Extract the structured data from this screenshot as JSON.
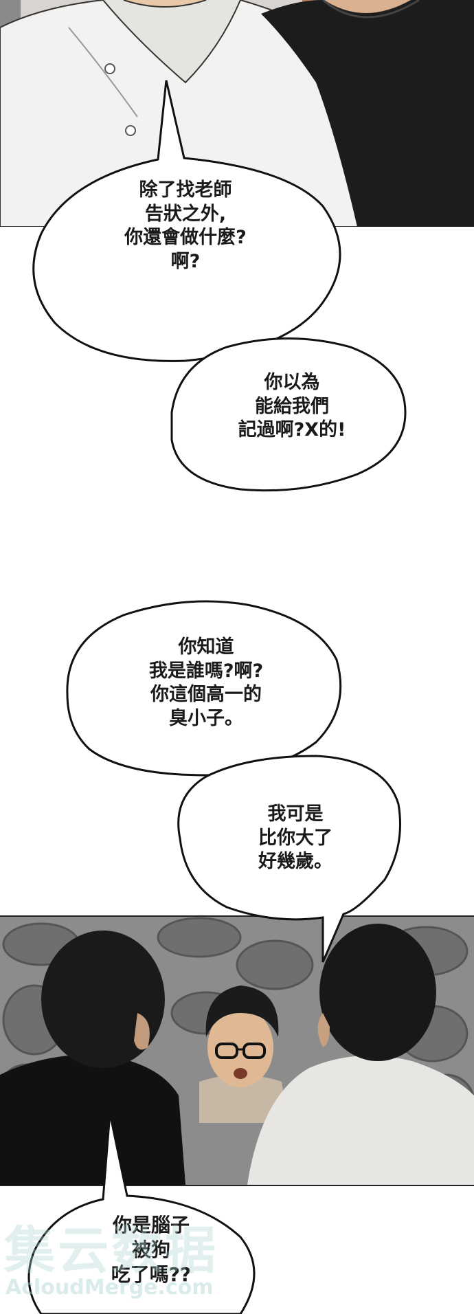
{
  "bubbles": [
    {
      "lines": [
        "除了找老師",
        "告狀之外,",
        "你還會做什麼?",
        "啊?"
      ]
    },
    {
      "lines": [
        "你以為",
        "能給我們",
        "記過啊?X的!"
      ]
    },
    {
      "lines": [
        "你知道",
        "我是誰嗎?啊?",
        "你這個高一的",
        "臭小子。"
      ]
    },
    {
      "lines": [
        "我可是",
        "比你大了",
        "好幾歲。"
      ]
    },
    {
      "lines": [
        "你是腦子",
        "被狗",
        "吃了嗎??"
      ]
    }
  ],
  "watermark": {
    "chinese": "集云数据",
    "english": "AcloudMerge.com"
  }
}
